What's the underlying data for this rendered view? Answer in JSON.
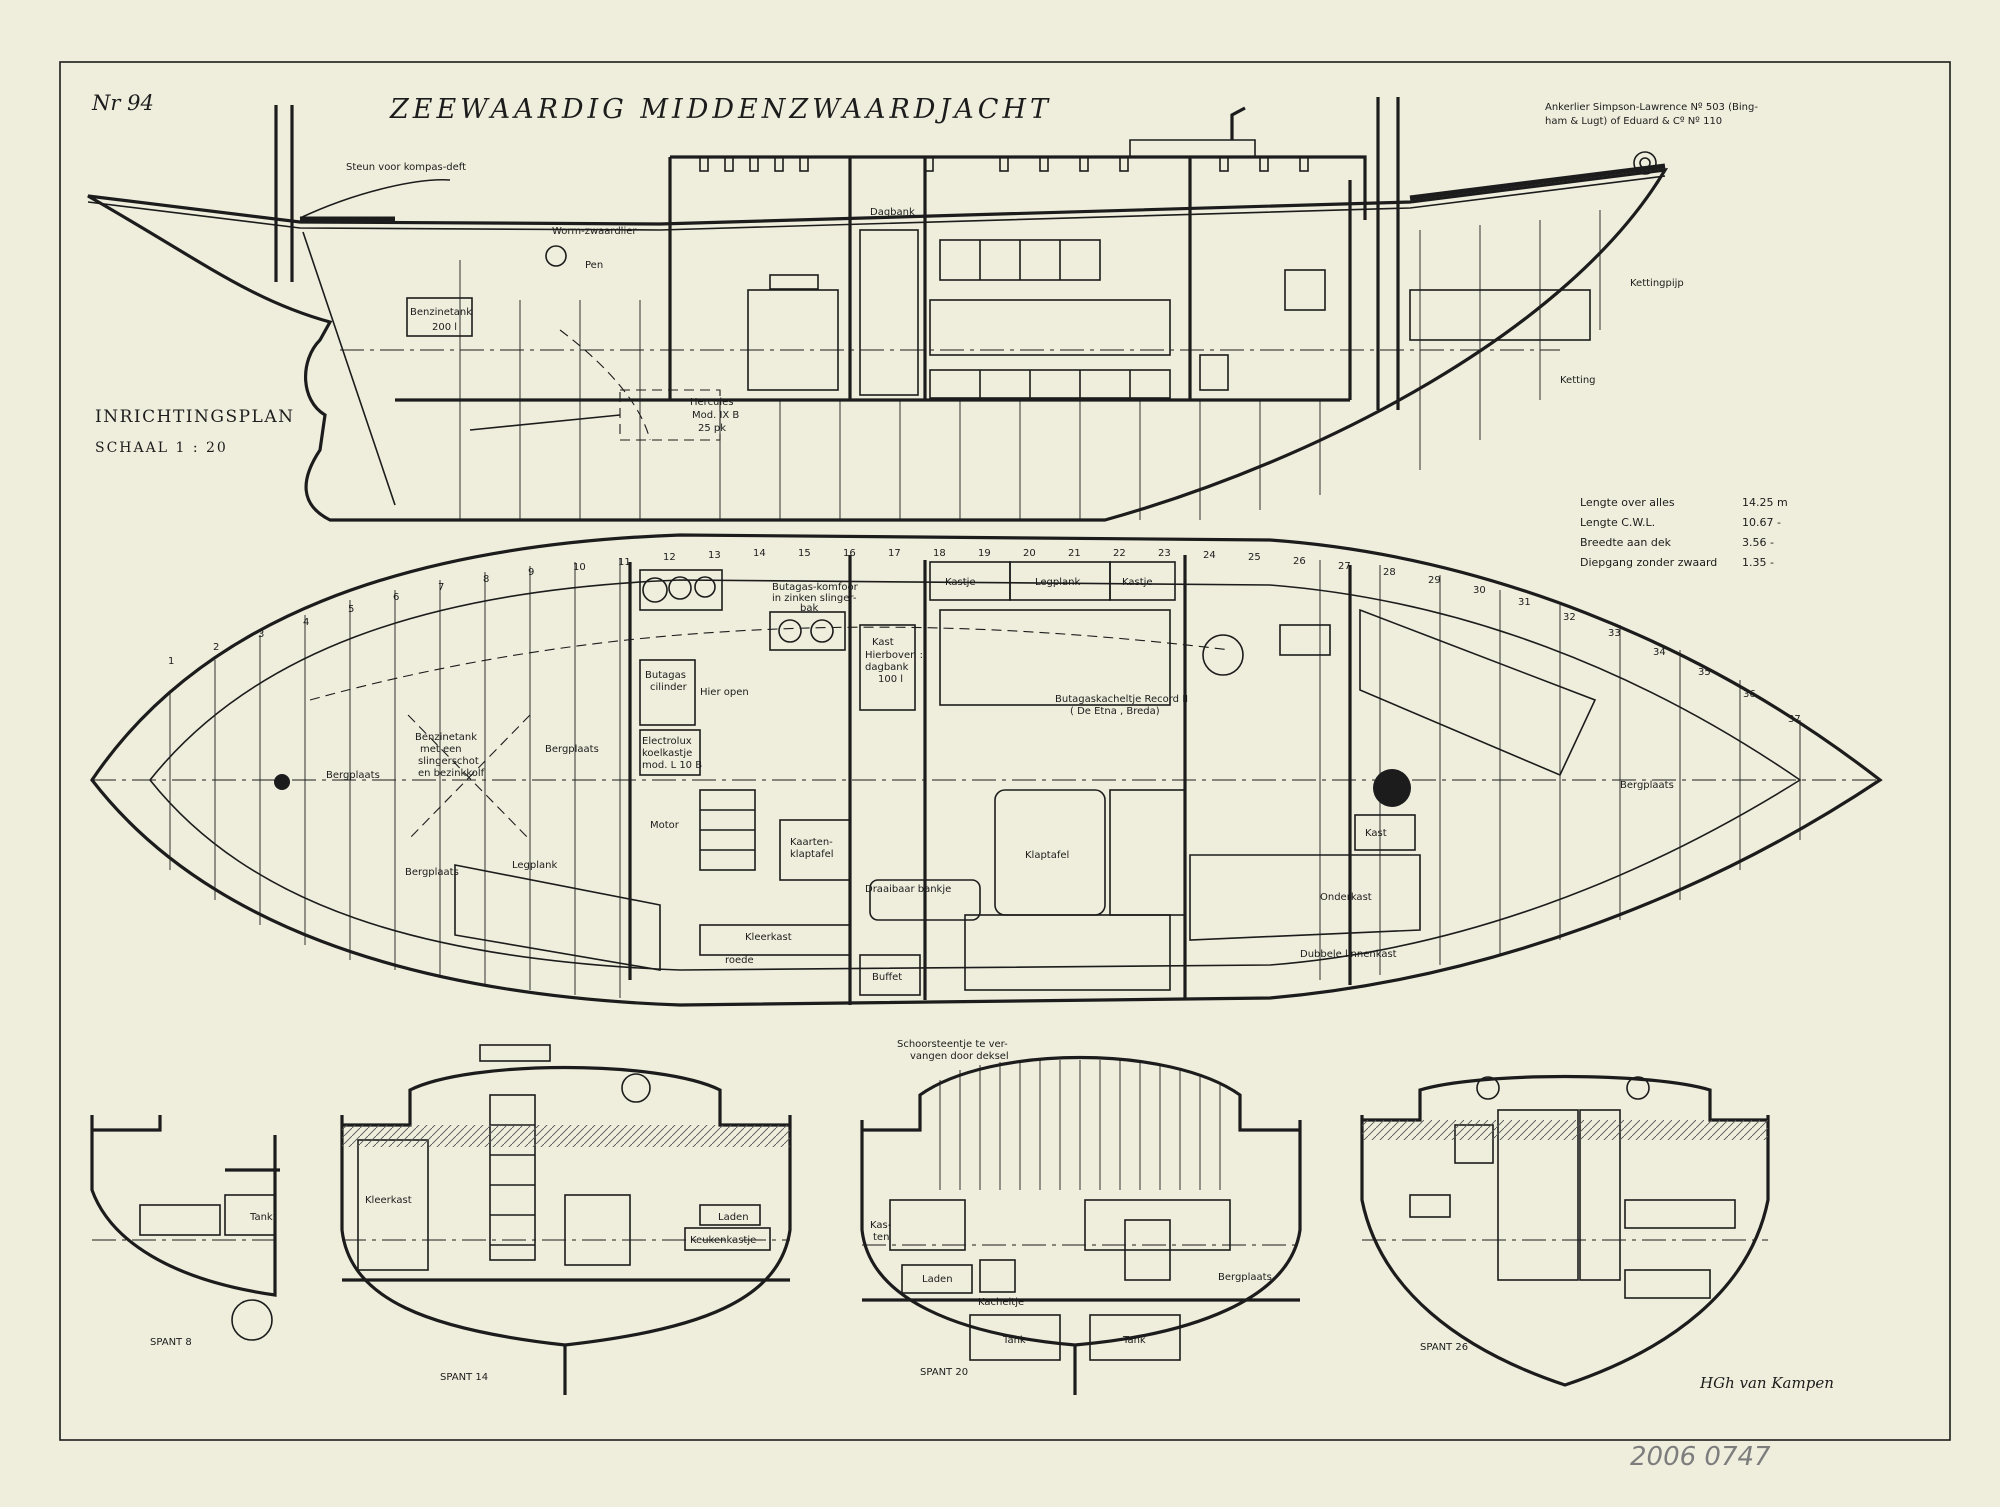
{
  "drawing": {
    "number": "Nr 94",
    "title": "ZEEWAARDIG MIDDENZWAARDJACHT",
    "plan_title": "INRICHTINGSPLAN",
    "scale": "SCHAAL 1 : 20",
    "windlass_note_1": "Ankerlier Simpson-Lawrence Nº 503 (Bing-",
    "windlass_note_2": "ham & Lugt) of Eduard & Cº Nº 110",
    "signature": "HGh van Kampen",
    "inventory_number": "2006 0747"
  },
  "dimensions": [
    {
      "label": "Lengte over alles",
      "value": "14.25 m"
    },
    {
      "label": "Lengte C.W.L.",
      "value": "10.67 -"
    },
    {
      "label": "Breedte aan dek",
      "value": "3.56 -"
    },
    {
      "label": "Diepgang zonder zwaard",
      "value": "1.35 -"
    }
  ],
  "profile_labels": {
    "kompas": "Steun voor kompas-deft",
    "worm": "Worm-zwaardlier",
    "pen": "Pen",
    "dagbank": "Dagbank",
    "benzinetank_1": "Benzinetank",
    "benzinetank_2": "200 l",
    "hercules_1": "Hercules",
    "hercules_2": "Mod. IX B",
    "hercules_3": "25 pk",
    "kettingpijp": "Kettingpijp",
    "ketting": "Ketting"
  },
  "frame_numbers": [
    "1",
    "2",
    "3",
    "4",
    "5",
    "6",
    "7",
    "8",
    "9",
    "10",
    "11",
    "12",
    "13",
    "14",
    "15",
    "16",
    "17",
    "18",
    "19",
    "20",
    "21",
    "22",
    "23",
    "24",
    "25",
    "26",
    "27",
    "28",
    "29",
    "30",
    "31",
    "32",
    "33",
    "34",
    "35",
    "36",
    "37"
  ],
  "plan_labels": {
    "bergplaats_bow": "Bergplaats",
    "bergplaats_stern": "Bergplaats",
    "bergplaats_2": "Bergplaats",
    "bergplaats_3": "Bergplaats",
    "benzinetank_1": "Benzinetank",
    "benzinetank_2": "met een",
    "benzinetank_3": "slingerschot",
    "benzinetank_4": "en bezinkkolf",
    "legplank_aft": "Legplank",
    "motor": "Motor",
    "butagas_1": "Butagas",
    "butagas_2": "cilinder",
    "hier_open": "Hier open",
    "electrolux_1": "Electrolux",
    "electrolux_2": "koelkastje",
    "electrolux_3": "mod. L 10 B",
    "komfoor_1": "Butagas-komfoor",
    "komfoor_2": "in zinken slinger-",
    "komfoor_3": "bak",
    "kaartentafel_1": "Kaarten-",
    "kaartentafel_2": "klaptafel",
    "draaibaar": "Draaibaar bankje",
    "kleerkast": "Kleerkast",
    "roede": "roede",
    "buffet": "Buffet",
    "kast_1": "Kast",
    "kast_2": "Hierboven :",
    "kast_3": "dagbank",
    "kast_4": "100 l",
    "kastje_a": "Kastje",
    "legplank": "Legplank",
    "kastje_b": "Kastje",
    "kacheltje_1": "Butagaskacheltje Record II",
    "kacheltje_2": "( De Etna , Breda)",
    "klaptafel": "Klaptafel",
    "kast_fwd": "Kast",
    "onderkast": "Onderkast",
    "dubbele": "Dubbele linnenkast"
  },
  "sections": [
    {
      "name": "SPANT 8",
      "tank": "Tank"
    },
    {
      "name": "SPANT 14",
      "kleerkast": "Kleerkast",
      "laden": "Laden",
      "keukenkastje": "Keukenkastje"
    },
    {
      "name": "SPANT 20",
      "note_1": "Schoorsteentje te ver-",
      "note_2": "vangen door deksel",
      "kasten_1": "Kas-",
      "kasten_2": "ten",
      "laden": "Laden",
      "kacheltje": "Kacheltje",
      "tank_left": "Tank",
      "tank_right": "Tank",
      "bergplaats": "Bergplaats"
    },
    {
      "name": "SPANT 26"
    }
  ],
  "colors": {
    "paper": "#efeedd",
    "ink": "#1c1c1c",
    "pencil": "#7d7d7d"
  }
}
